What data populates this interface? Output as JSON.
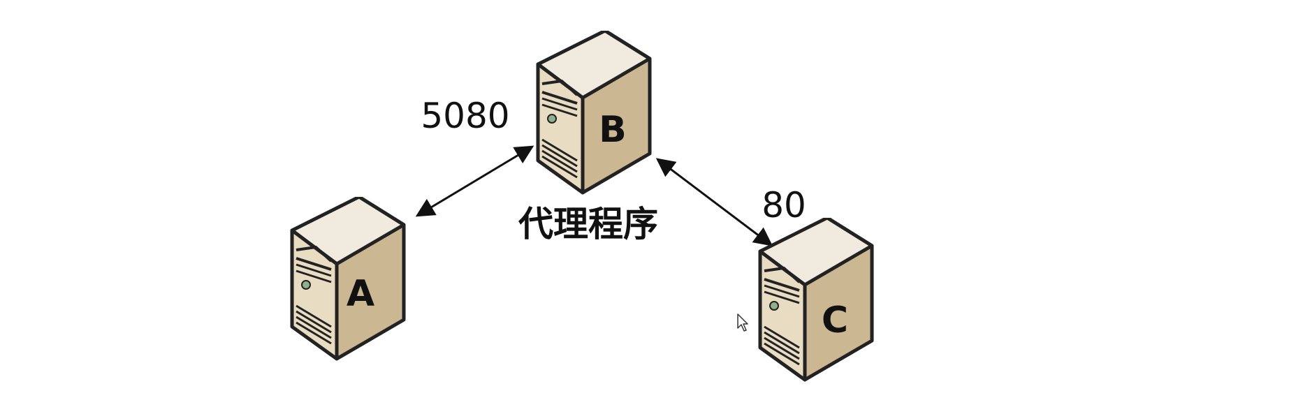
{
  "servers": {
    "a": {
      "label": "A"
    },
    "b": {
      "label": "B",
      "role": "代理程序"
    },
    "c": {
      "label": "C"
    }
  },
  "links": {
    "a_b": {
      "port": "5080"
    },
    "b_c": {
      "port": "80"
    }
  },
  "colors": {
    "background": "#ffffff",
    "server_top": "#f1ebdf",
    "server_front": "#e8dcc3",
    "server_side": "#cbb791",
    "outline": "#222222",
    "led": "#8fb08a"
  },
  "icons": {
    "server": "server-tower-icon",
    "cursor": "mouse-pointer-icon"
  }
}
